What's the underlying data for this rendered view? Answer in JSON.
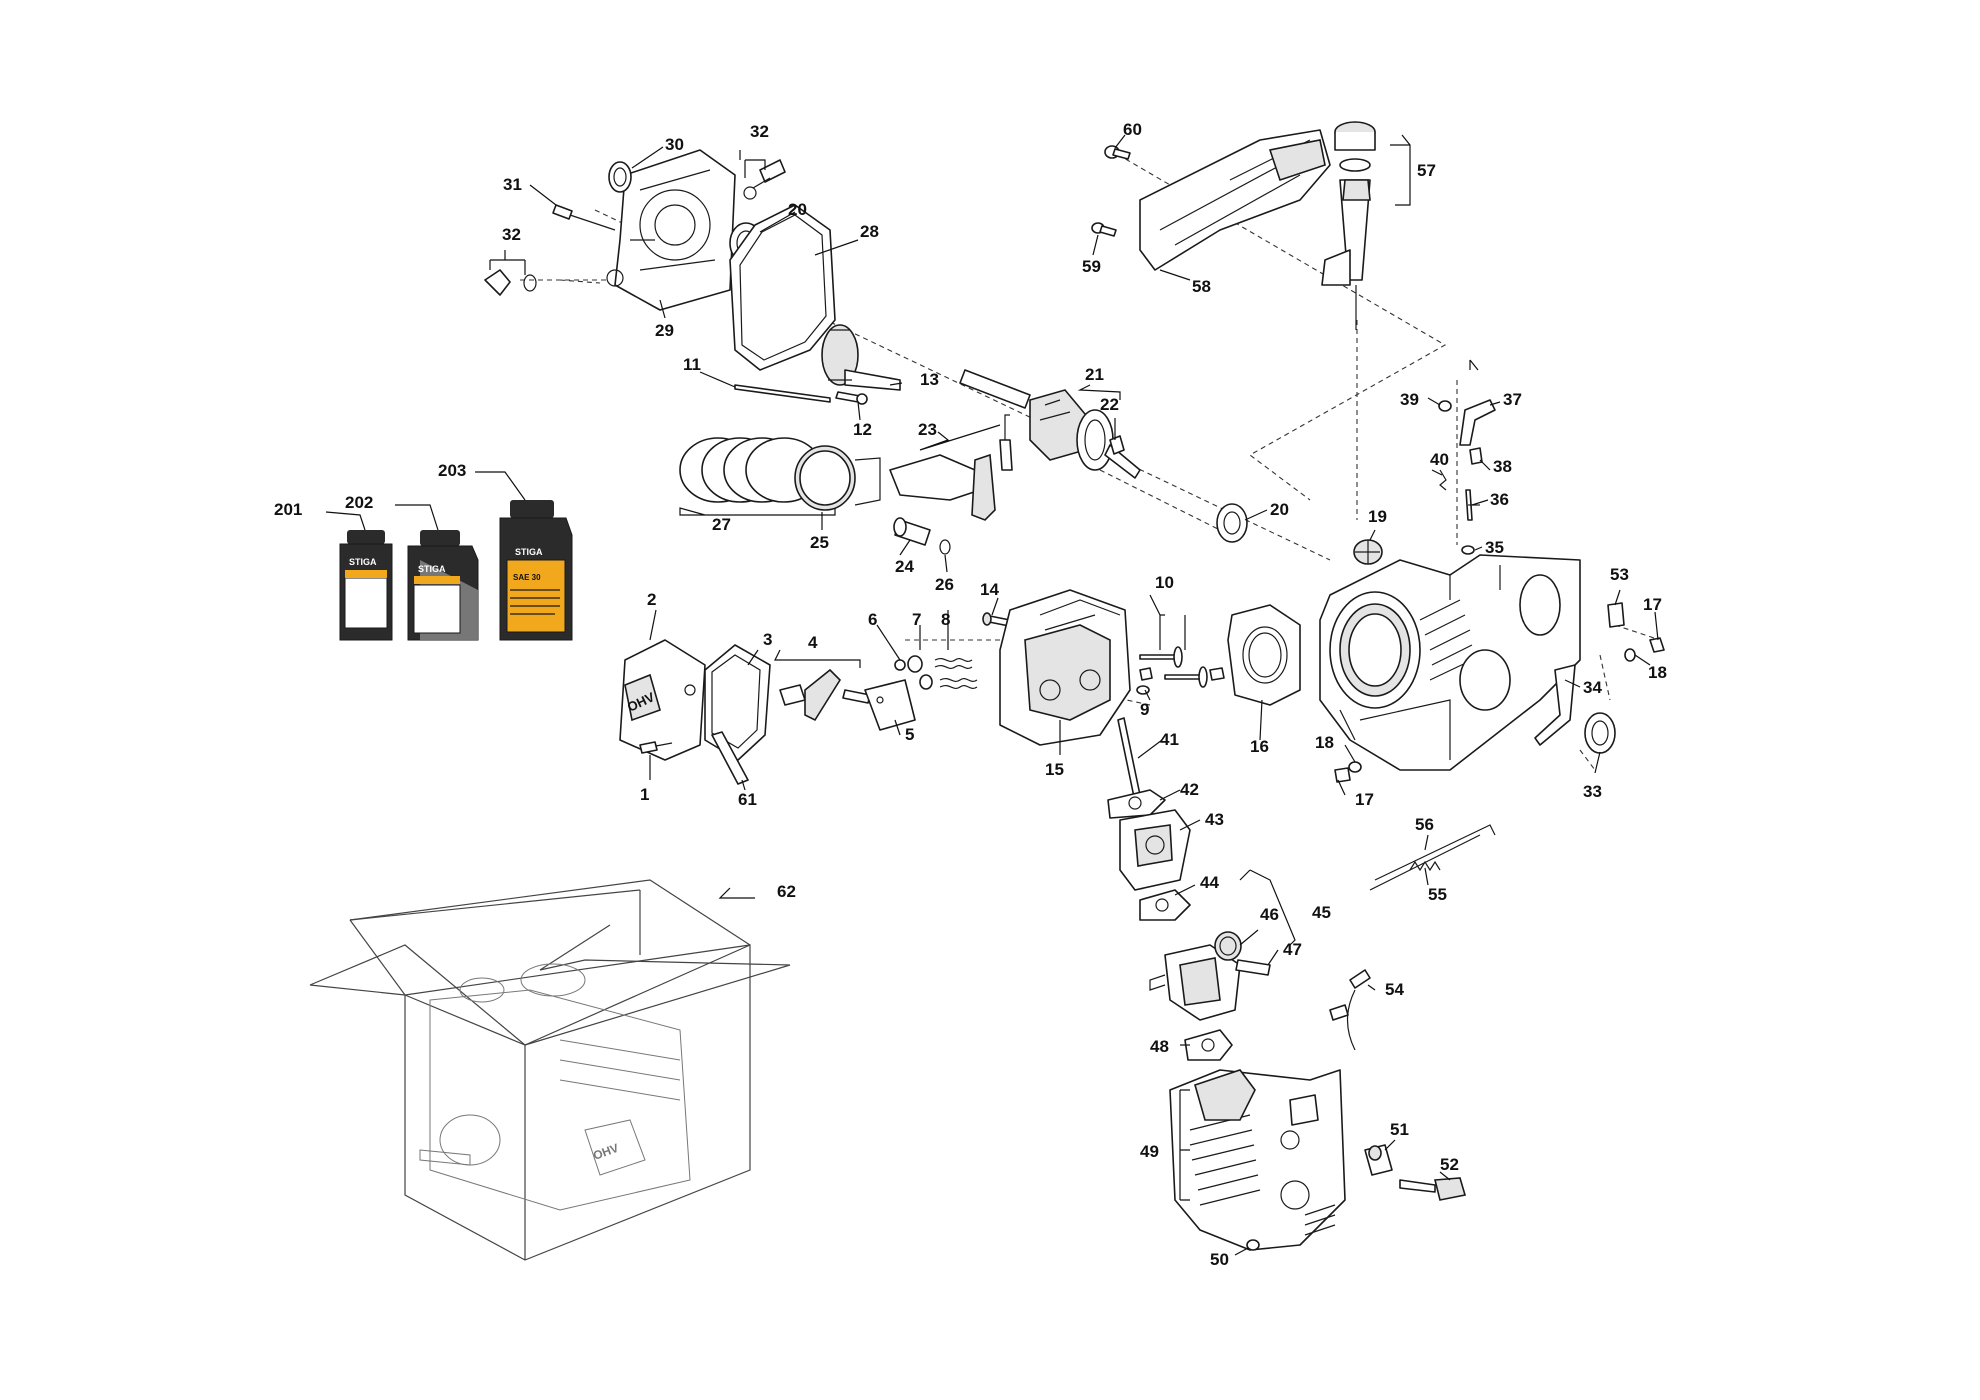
{
  "callouts": {
    "c1": "1",
    "c2": "2",
    "c3": "3",
    "c4": "4",
    "c5": "5",
    "c6": "6",
    "c7": "7",
    "c8": "8",
    "c9": "9",
    "c10": "10",
    "c11": "11",
    "c12": "12",
    "c13": "13",
    "c14": "14",
    "c15": "15",
    "c16": "16",
    "c17a": "17",
    "c17b": "17",
    "c18a": "18",
    "c18b": "18",
    "c19": "19",
    "c20a": "20",
    "c20b": "20",
    "c21": "21",
    "c22": "22",
    "c23": "23",
    "c24": "24",
    "c25": "25",
    "c26": "26",
    "c27": "27",
    "c28": "28",
    "c29": "29",
    "c30": "30",
    "c31": "31",
    "c32a": "32",
    "c32b": "32",
    "c33": "33",
    "c34": "34",
    "c35": "35",
    "c36": "36",
    "c37": "37",
    "c38": "38",
    "c39": "39",
    "c40": "40",
    "c41": "41",
    "c42": "42",
    "c43": "43",
    "c44": "44",
    "c45": "45",
    "c46": "46",
    "c47": "47",
    "c48": "48",
    "c49": "49",
    "c50": "50",
    "c51": "51",
    "c52": "52",
    "c53": "53",
    "c54": "54",
    "c55": "55",
    "c56": "56",
    "c57": "57",
    "c58": "58",
    "c59": "59",
    "c60": "60",
    "c61": "61",
    "c62": "62",
    "c201": "201",
    "c202": "202",
    "c203": "203"
  },
  "product_text": {
    "ohv_mark": "OHV",
    "oil_brand": "STIGA",
    "oil_grade": "SAE 30"
  },
  "colors": {
    "line": "#1a1a1a",
    "part_fill": "#e4e4e4",
    "bottle_body": "#2b2b2b",
    "bottle_band": "#f2a81d",
    "background": "#ffffff"
  },
  "icons": [
    "oil-bottle-icon",
    "engine-box-icon"
  ]
}
